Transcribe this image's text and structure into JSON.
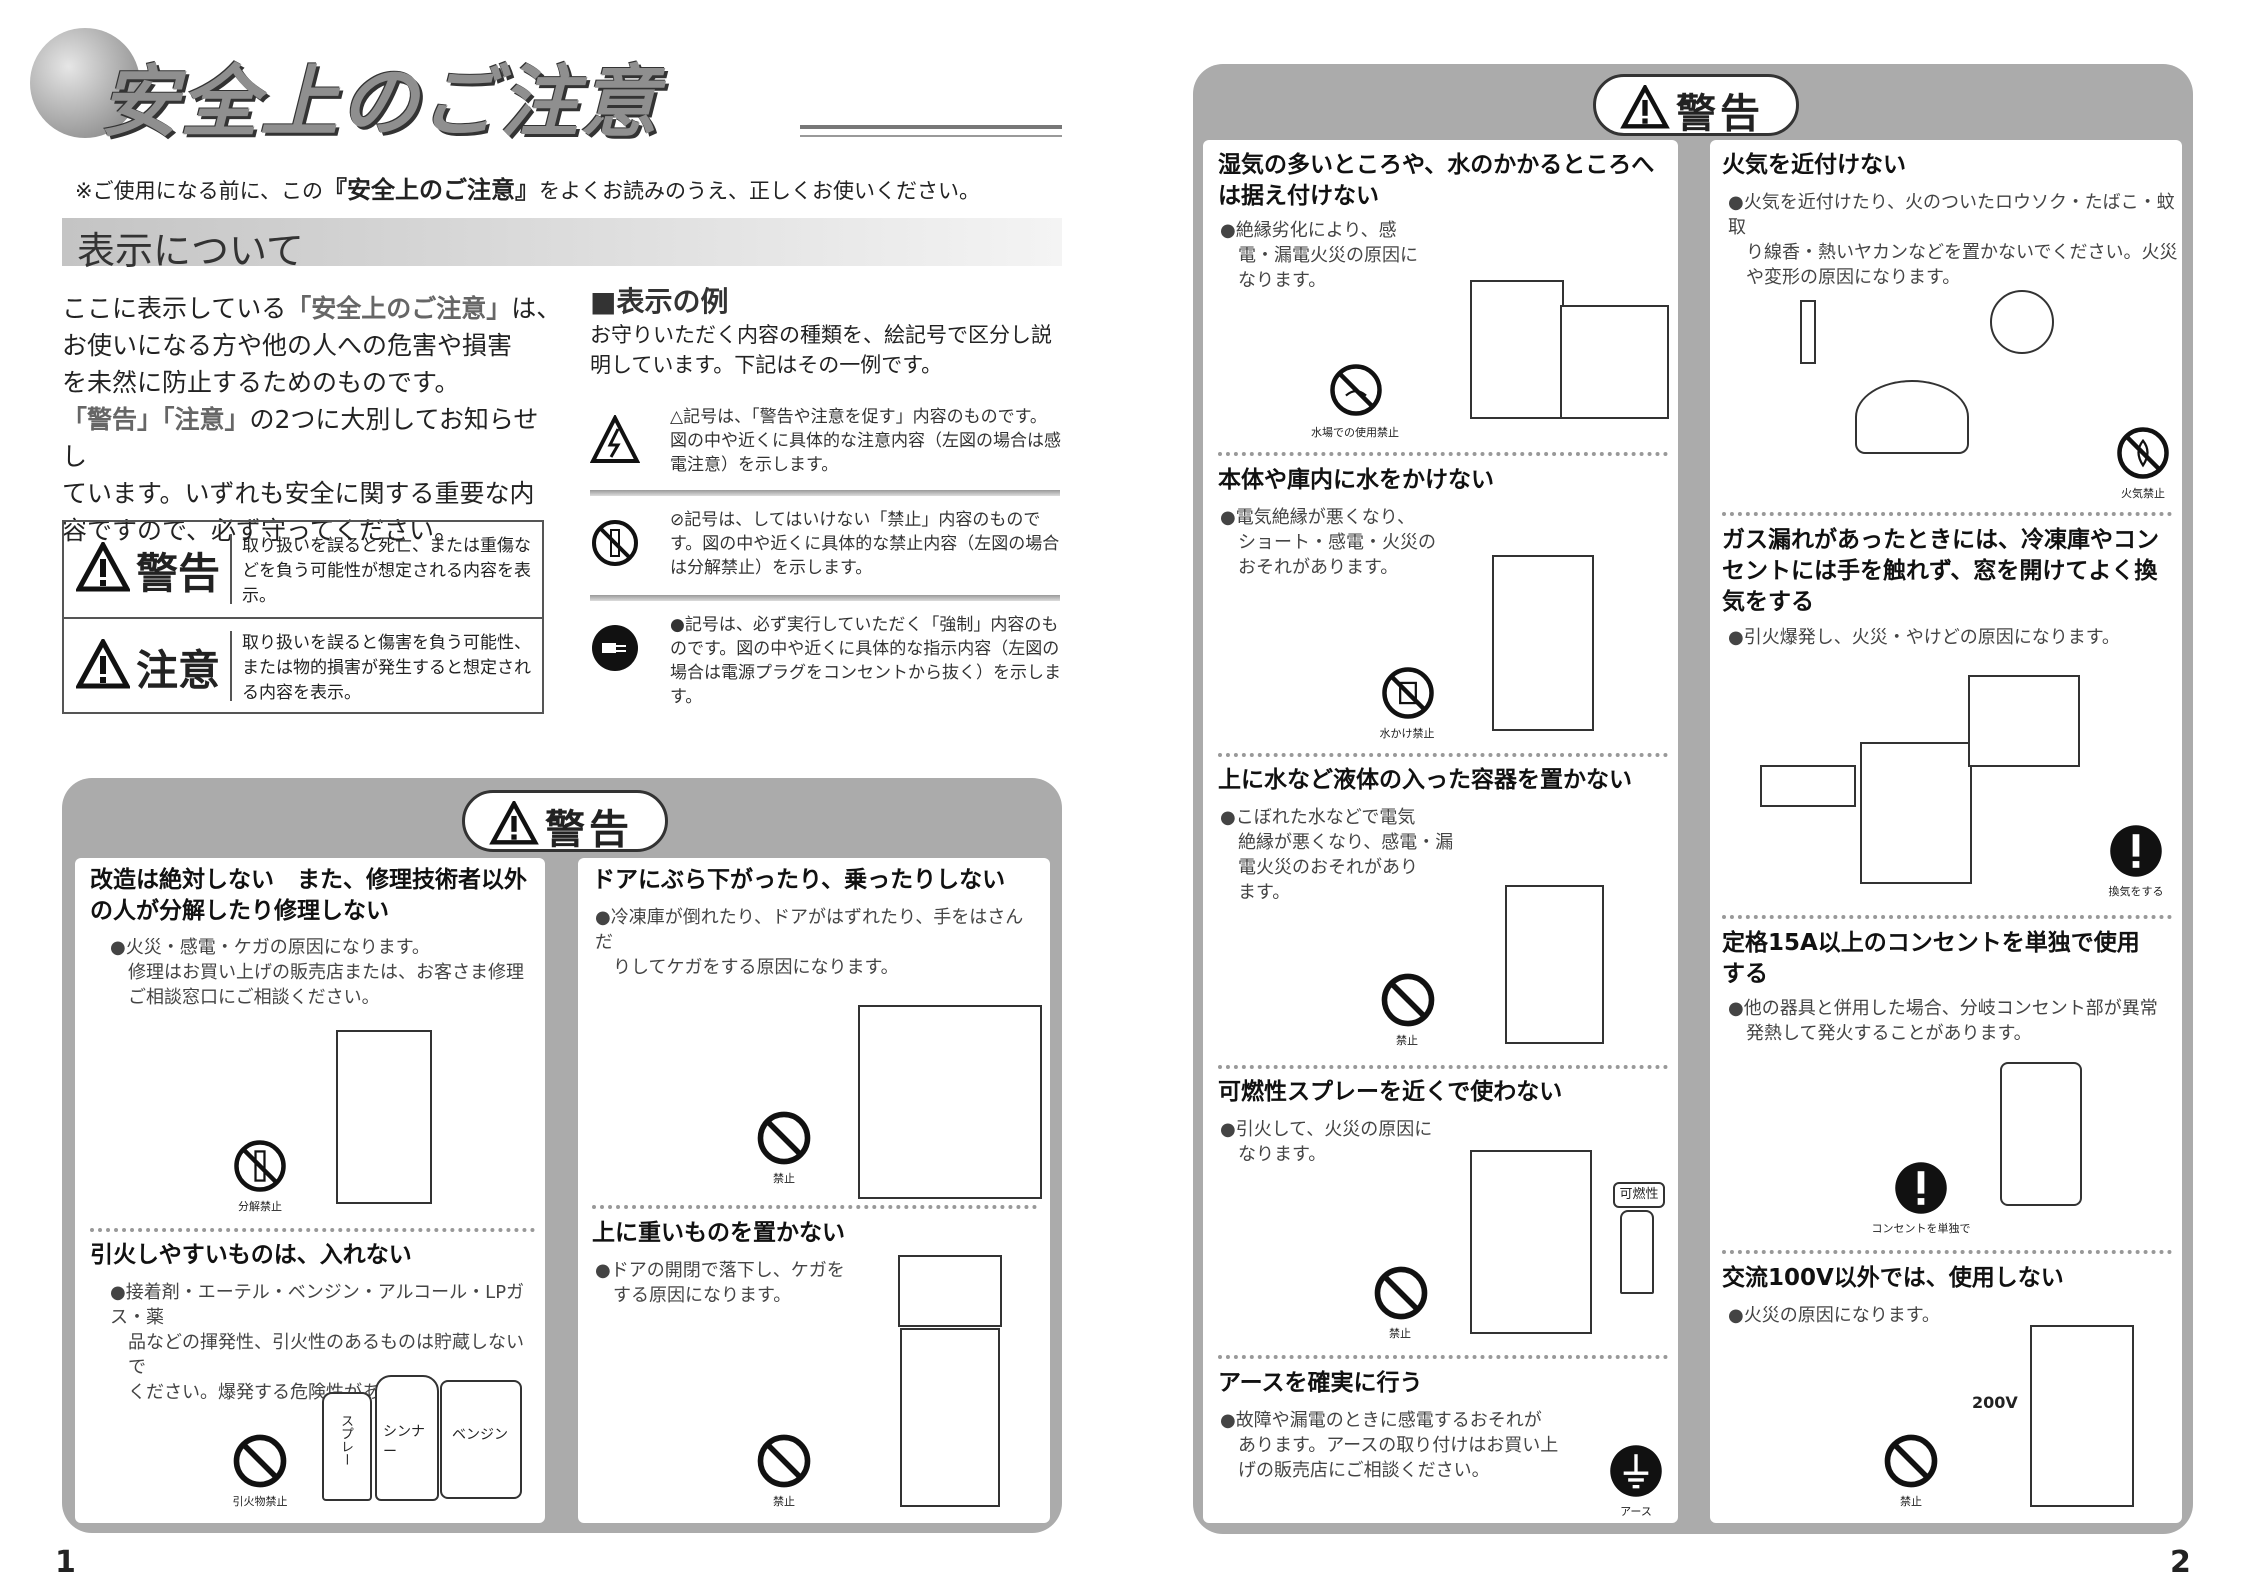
{
  "page1": {
    "title": "安全上のご注意",
    "intro_pre": "※ご使用になる前に、この",
    "intro_bold": "『安全上のご注意』",
    "intro_post": "をよくお読みのうえ、正しくお使いください。",
    "section": "表示について",
    "body_l1a": "ここに表示している",
    "body_l1q": "「安全上のご注意」",
    "body_l1b": "は、",
    "body_l2": "お使いになる方や他の人への危害や損害",
    "body_l3": "を未然に防止するためのものです。",
    "body_l4q": "「警告」「注意」",
    "body_l4b": "の2つに大別してお知らせし",
    "body_l5": "ています。いずれも安全に関する重要な内",
    "body_l6": "容ですので、必ず守ってください。",
    "legend": [
      {
        "label": "警告",
        "desc": "取り扱いを誤ると死亡、または重傷などを負う可能性が想定される内容を表示。"
      },
      {
        "label": "注意",
        "desc": "取り扱いを誤ると傷害を負う可能性、または物的損害が発生すると想定される内容を表示。"
      }
    ],
    "example_head": "■表示の例",
    "example_sub": "お守りいただく内容の種類を、絵記号で区分し説明しています。下記はその一例です。",
    "examples": [
      "△記号は、「警告や注意を促す」内容のものです。図の中や近くに具体的な注意内容（左図の場合は感電注意）を示します。",
      "⊘記号は、してはいけない「禁止」内容のものです。図の中や近くに具体的な禁止内容（左図の場合は分解禁止）を示します。",
      "●記号は、必ず実行していただく「強制」内容のものです。図の中や近くに具体的な指示内容（左図の場合は電源プラグをコンセントから抜く）を示します。"
    ],
    "warning_label": "警告",
    "card1": {
      "h1": "改造は絶対しない　また、修理技術者以外",
      "h2": "の人が分解したり修理しない",
      "t1": "●火災・感電・ケガの原因になります。",
      "t2": "修理はお買い上げの販売店または、お客さま修理",
      "t3": "ご相談窓口にご相談ください。",
      "cap": "分解禁止"
    },
    "card2": {
      "h": "引火しやすいものは、入れない",
      "t1": "●接着剤・エーテル・ベンジン・アルコール・LPガス・薬",
      "t2": "品などの揮発性、引火性のあるものは貯蔵しないで",
      "t3": "ください。爆発する危険性があります。",
      "cap": "引火物禁止",
      "can1": "スプレー",
      "can2": "シンナー",
      "can3": "ベンジン"
    },
    "card3": {
      "h": "ドアにぶら下がったり、乗ったりしない",
      "t1": "●冷凍庫が倒れたり、ドアがはずれたり、手をはさんだ",
      "t2": "りしてケガをする原因になります。",
      "cap": "禁止"
    },
    "card4": {
      "h": "上に重いものを置かない",
      "t1": "●ドアの開閉で落下し、ケガを",
      "t2": "する原因になります。",
      "cap": "禁止"
    },
    "page_number": "1"
  },
  "page2": {
    "warning_label": "警告",
    "c1": {
      "h1": "湿気の多いところや、水のかかるところへ",
      "h2": "は据え付けない",
      "t1": "●絶縁劣化により、感",
      "t2": "電・漏電火災の原因に",
      "t3": "なります。",
      "cap": "水場での使用禁止"
    },
    "c2": {
      "h": "本体や庫内に水をかけない",
      "t1": "●電気絶縁が悪くなり、",
      "t2": "ショート・感電・火災の",
      "t3": "おそれがあります。",
      "cap": "水かけ禁止"
    },
    "c3": {
      "h": "上に水など液体の入った容器を置かない",
      "t1": "●こぼれた水などで電気",
      "t2": "絶縁が悪くなり、感電・漏",
      "t3": "電火災のおそれがあり",
      "t4": "ます。",
      "cap": "禁止"
    },
    "c4": {
      "h": "可燃性スプレーを近くで使わない",
      "t1": "●引火して、火災の原因に",
      "t2": "なります。",
      "cap": "禁止",
      "spray": "可燃性"
    },
    "c5": {
      "h": "アースを確実に行う",
      "t1": "●故障や漏電のときに感電するおそれが",
      "t2": "あります。アースの取り付けはお買い上",
      "t3": "げの販売店にご相談ください。",
      "cap": "アース"
    },
    "d1": {
      "h": "火気を近付けない",
      "t1": "●火気を近付けたり、火のついたロウソク・たばこ・蚊取",
      "t2": "り線香・熱いヤカンなどを置かないでください。火災",
      "t3": "や変形の原因になります。",
      "cap": "火気禁止"
    },
    "d2": {
      "h1": "ガス漏れがあったときには、冷凍庫やコン",
      "h2": "セントには手を触れず、窓を開けてよく換",
      "h3": "気をする",
      "t1": "●引火爆発し、火災・やけどの原因になります。",
      "cap": "換気をする"
    },
    "d3": {
      "h1": "定格15A以上のコンセントを単独で使用",
      "h2": "する",
      "t1": "●他の器具と併用した場合、分岐コンセント部が異常",
      "t2": "発熱して発火することがあります。",
      "cap": "コンセントを単独で"
    },
    "d4": {
      "h": "交流100V以外では、使用しない",
      "t1": "●火災の原因になります。",
      "cap": "禁止",
      "volt": "200V"
    },
    "page_number": "2"
  }
}
